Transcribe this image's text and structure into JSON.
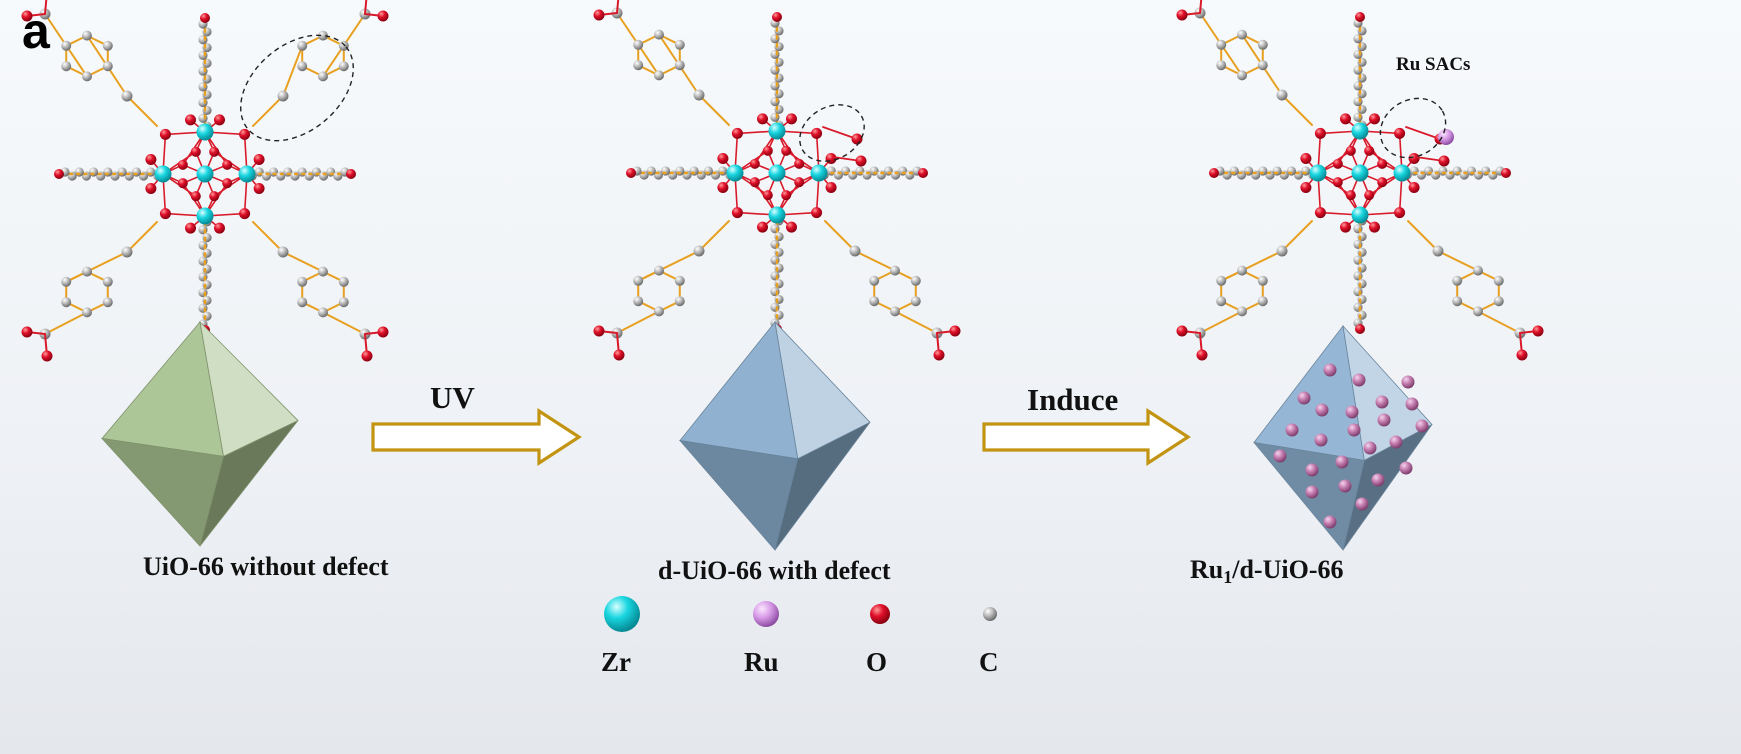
{
  "panel_label": "a",
  "annotations": {
    "ru_sacs": "Ru SACs"
  },
  "steps": [
    {
      "label": "UV"
    },
    {
      "label": "Induce"
    }
  ],
  "stages": [
    {
      "caption": "UiO-66 without defect",
      "octahedron_color": "#a9c391"
    },
    {
      "caption": "d-UiO-66 with defect",
      "octahedron_color": "#8aaecd"
    },
    {
      "caption_main": "Ru",
      "caption_sub": "1",
      "caption_rest": "/d-UiO-66",
      "octahedron_color": "#8fb3d3"
    }
  ],
  "legend": [
    {
      "label": "Zr",
      "color": "#19d6e0"
    },
    {
      "label": "Ru",
      "color": "#d79ae6"
    },
    {
      "label": "O",
      "color": "#e0102a"
    },
    {
      "label": "C",
      "color": "#b8b8b8"
    }
  ],
  "colors": {
    "arrow_outline": "#c29412",
    "linker_bond": "#e8a020",
    "oxygen_bond": "#d91a2a"
  }
}
